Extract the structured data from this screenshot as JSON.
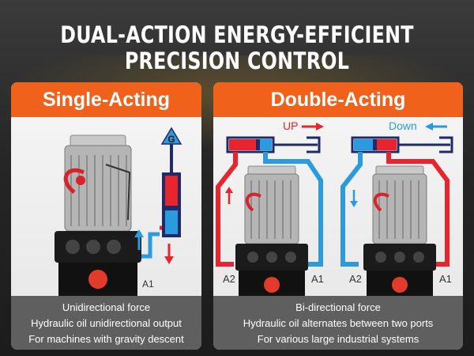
{
  "headline": {
    "line1": "DUAL-ACTION ENERGY-EFFICIENT",
    "line2": "PRECISION CONTROL"
  },
  "single": {
    "title": "Single-Acting",
    "port_g": "G",
    "port_a1": "A1",
    "features": [
      "Unidirectional force",
      "Hydraulic oil unidirectional output",
      "For machines with gravity descent"
    ]
  },
  "double": {
    "title": "Double-Acting",
    "up_label": "UP",
    "down_label": "Down",
    "left_unit": {
      "port_a2": "A2",
      "port_a1": "A1"
    },
    "right_unit": {
      "port_a2": "A2",
      "port_a1": "A1"
    },
    "features": [
      "Bi-directional force",
      "Hydraulic oil alternates between two ports",
      "For various large industrial systems"
    ]
  },
  "colors": {
    "accent": "#f0621c",
    "oil_red": "#e8242d",
    "oil_blue": "#2b9be0",
    "cylinder_navy": "#1f2a6b",
    "footer_gray": "#5f5f5f"
  }
}
